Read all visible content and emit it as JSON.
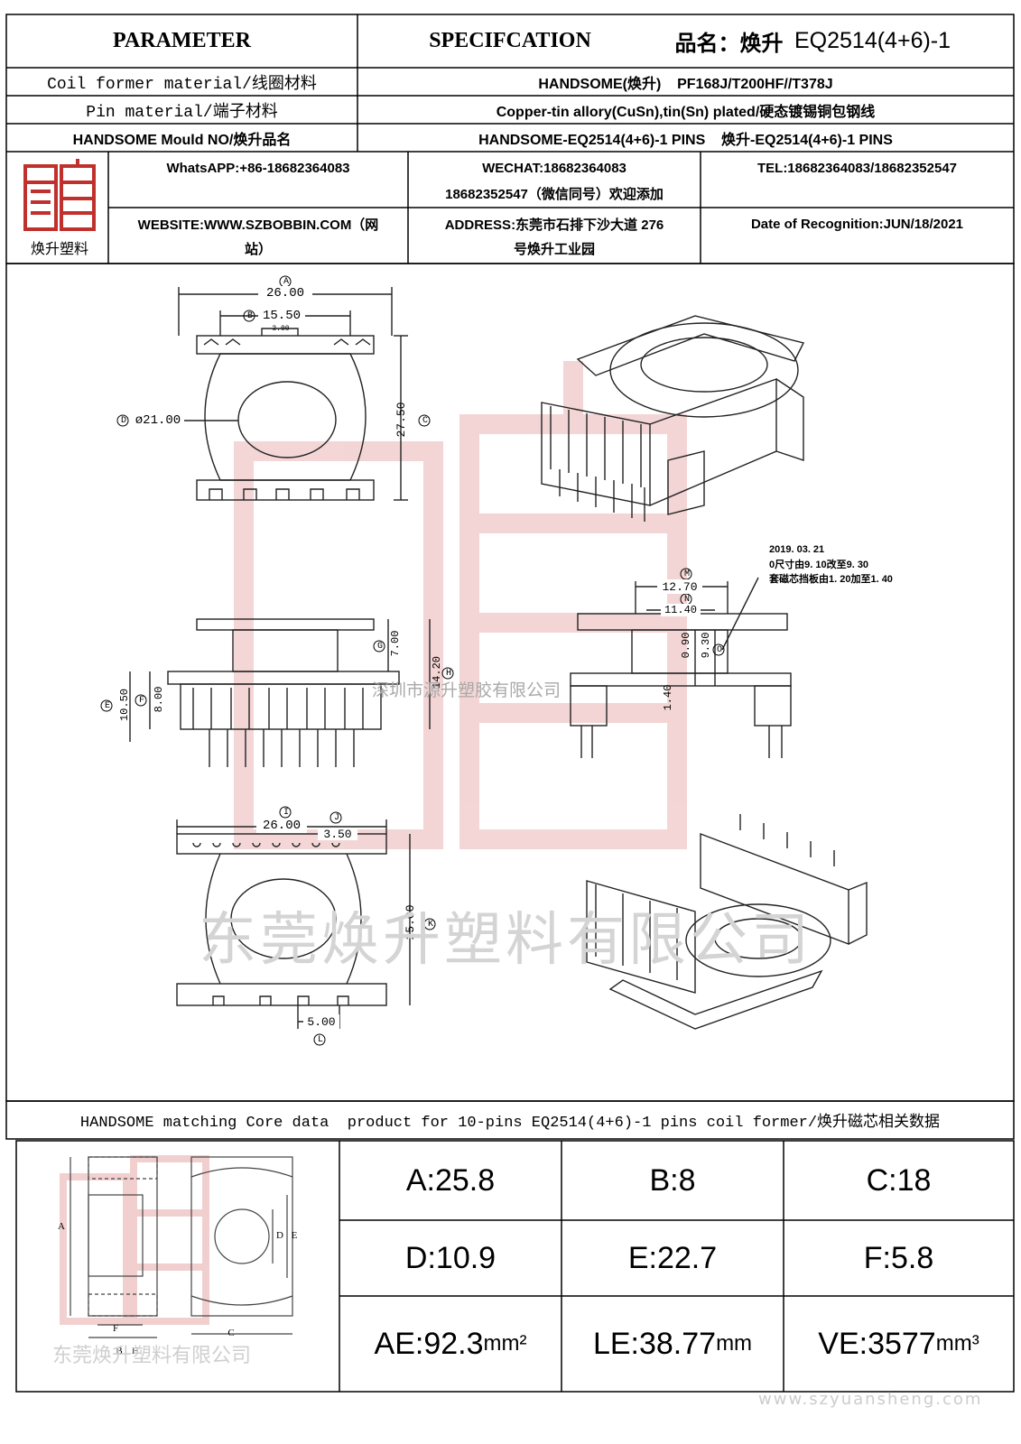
{
  "header": {
    "parameter": "PARAMETER",
    "specification": "SPECIFCATION",
    "product_name_label": "品名：焕升",
    "product_name_value": "EQ2514(4+6)-1"
  },
  "rows": [
    {
      "label": "Coil former material/线圈材料",
      "value": "HANDSOME(焕升)    PF168J/T200HF//T378J"
    },
    {
      "label": "Pin material/端子材料",
      "value": "Copper-tin allory(CuSn),tin(Sn) plated/硬态镀锡铜包钢线"
    },
    {
      "label": "HANDSOME Mould NO/焕升品名",
      "value": "HANDSOME-EQ2514(4+6)-1 PINS    焕升-EQ2514(4+6)-1 PINS"
    }
  ],
  "company": {
    "logo_text": "焕升塑料",
    "whatsapp": "WhatsAPP:+86-18682364083",
    "wechat_line1": "WECHAT:18682364083",
    "wechat_line2": "18682352547（微信同号）欢迎添加",
    "tel": "TEL:18682364083/18682352547",
    "website_line1": "WEBSITE:WWW.SZBOBBIN.COM（网",
    "website_line2": "站）",
    "address_line1": "ADDRESS:东莞市石排下沙大道 276",
    "address_line2": "号焕升工业园",
    "date": "Date of Recognition:JUN/18/2021"
  },
  "drawing": {
    "dims": {
      "A_label": "A",
      "A_val": "26.00",
      "B_label": "B",
      "B_val": "15.50",
      "small_3": "3.00",
      "D_label": "D",
      "D_val": "ø21.00",
      "C_label": "C",
      "C_val": "27.50",
      "M_label": "M",
      "M_val": "12.70",
      "N_label": "N",
      "N_val": "11.40",
      "O_label": "O",
      "O_val1": "0.90",
      "O_val2": "9.30",
      "val_140": "1.40",
      "G_label": "G",
      "G_val": "7.00",
      "H_label": "H",
      "H_val": "14.20",
      "E_label": "E",
      "E_val": "10.50",
      "F_label": "F",
      "F_val": "8.00",
      "I_label": "I",
      "I_val": "26.00",
      "J_label": "J",
      "J_val": "3.50",
      "K_label": "K",
      "K_val": "25.00",
      "L_label": "L",
      "L_val": "5.00"
    },
    "note_line1": "2019. 03. 21",
    "note_line2": "0尺寸由9. 10改至9. 30",
    "note_line3": "套磁芯挡板由1. 20加至1. 40",
    "watermark_line": "深圳市源升塑胶有限公司",
    "watermark_big": "东莞焕升塑料有限公司"
  },
  "core": {
    "title": "HANDSOME matching Core data  product for 10-pins EQ2514(4+6)-1 pins coil former/焕升磁芯相关数据",
    "labels": {
      "A": "A",
      "B": "B",
      "C": "C",
      "D": "D",
      "E": "E",
      "F": "F",
      "H": "H"
    },
    "watermark": "东莞焕升塑料有限公司",
    "cells": [
      {
        "text": "A:25.8"
      },
      {
        "text": "B:8"
      },
      {
        "text": "C:18"
      },
      {
        "text": "D:10.9"
      },
      {
        "text": "E:22.7"
      },
      {
        "text": "F:5.8"
      }
    ],
    "ae": {
      "label": "AE:92.3",
      "unit": "mm²"
    },
    "le": {
      "label": "LE:38.77",
      "unit": "mm"
    },
    "ve": {
      "label": "VE:3577",
      "unit": "mm³"
    }
  },
  "footer_watermark": "www.szyuansheng.com",
  "colors": {
    "logo_red": "#c0302c",
    "watermark_red": "#e8b4b4",
    "line": "#000000"
  }
}
